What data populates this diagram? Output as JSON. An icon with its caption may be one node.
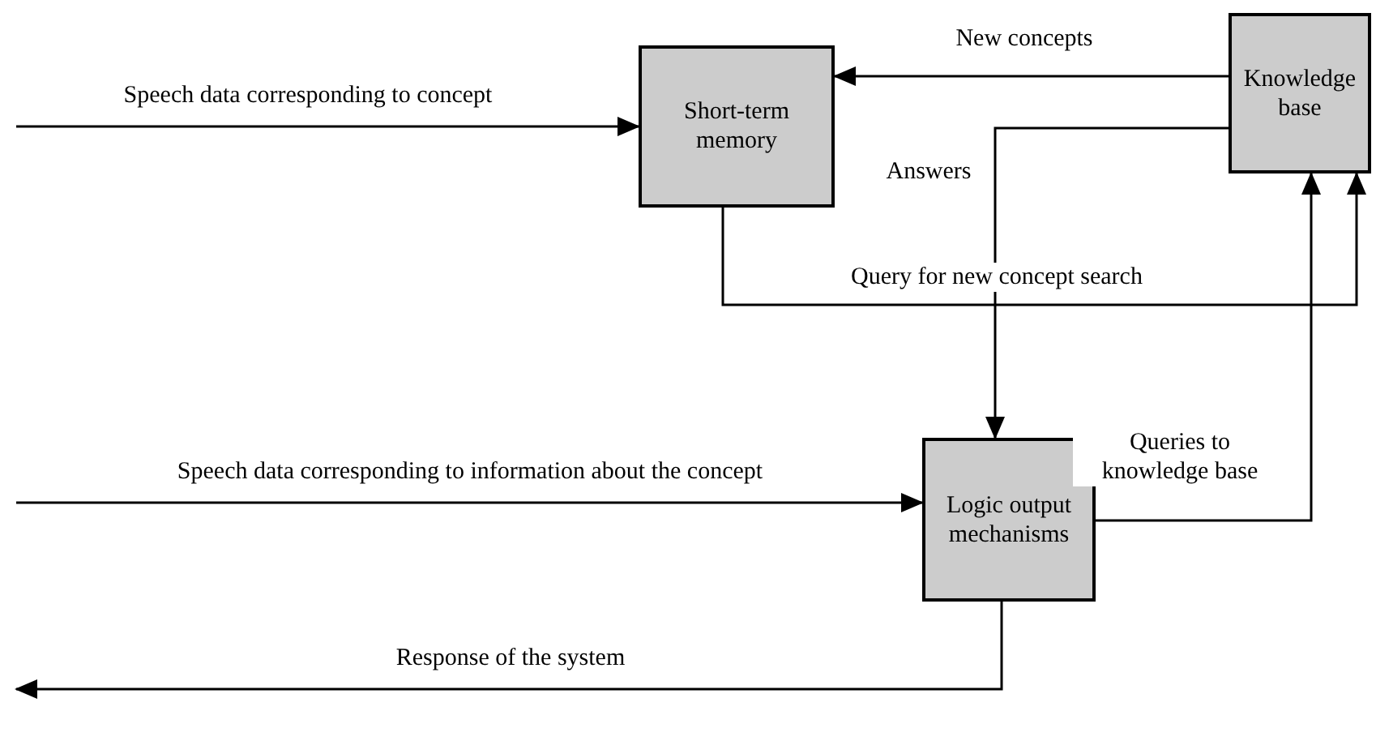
{
  "diagram": {
    "nodes": [
      {
        "text": [
          "Short-term memory"
        ]
      },
      {
        "text": [
          "Knowledge base"
        ]
      },
      {
        "text": [
          "Logic output mechanisms"
        ]
      }
    ],
    "edges": [
      {
        "from": null,
        "to": 0,
        "arrow": "to",
        "label": "Speech data corresponding to concept"
      },
      {
        "from": 1,
        "to": 0,
        "arrow": "to",
        "label": "New concepts"
      },
      {
        "from": 1,
        "to": 2,
        "arrow": "to",
        "label": "Answers"
      },
      {
        "from": 0,
        "to": 1,
        "arrow": "to",
        "label": "Query for new concept search"
      },
      {
        "from": 2,
        "to": 1,
        "arrow": "to",
        "label": "Queries to knowledge base"
      },
      {
        "from": null,
        "to": 2,
        "arrow": "to",
        "label": "Speech data corresponding to information about the concept"
      },
      {
        "from": 2,
        "to": null,
        "arrow": "to",
        "label": "Response of the system"
      }
    ]
  }
}
